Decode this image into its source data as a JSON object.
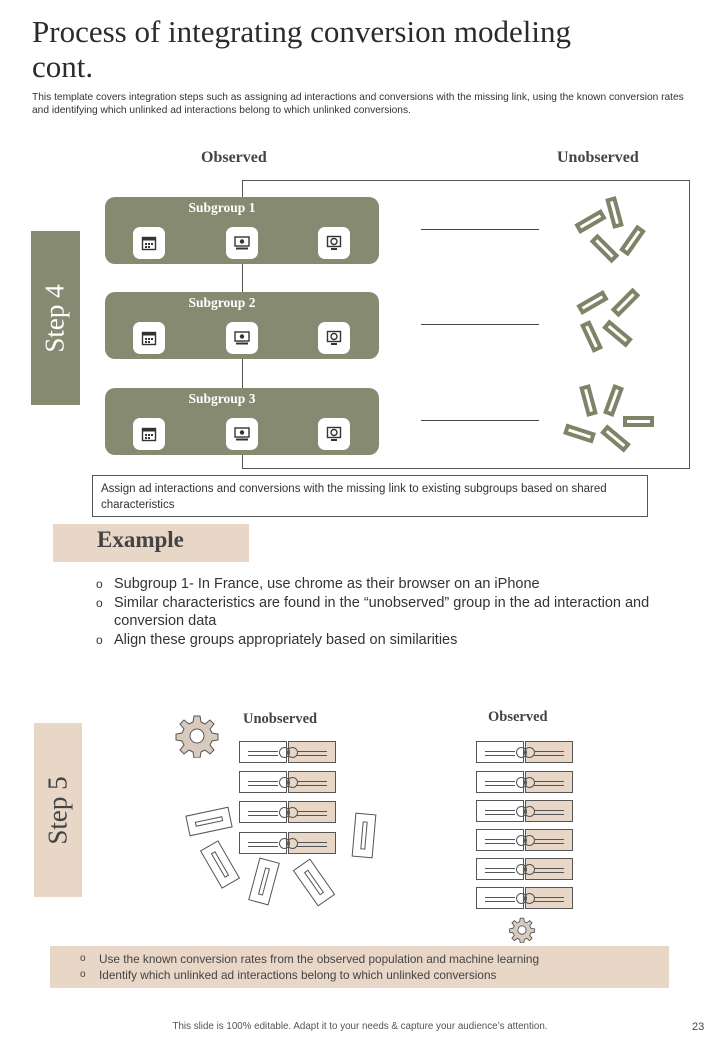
{
  "title": "Process of integrating conversion modeling cont.",
  "subtitle": "This template covers integration steps such as assigning ad interactions and conversions with the missing link, using the known conversion rates and identifying which unlinked ad interactions belong to which unlinked conversions.",
  "step4": {
    "tab_label": "Step 4",
    "observed_header": "Observed",
    "unobserved_header": "Unobserved",
    "subgroups": [
      {
        "label": "Subgroup 1",
        "icons": [
          "calendar-icon",
          "monitor-settings-icon",
          "monitor-display-icon"
        ]
      },
      {
        "label": "Subgroup 2",
        "icons": [
          "calendar-icon",
          "monitor-settings-icon",
          "monitor-display-icon"
        ]
      },
      {
        "label": "Subgroup 3",
        "icons": [
          "calendar-icon",
          "monitor-settings-icon",
          "monitor-display-icon"
        ]
      }
    ],
    "note": "Assign ad interactions and conversions with the missing link to existing subgroups based on shared characteristics"
  },
  "example": {
    "heading": "Example",
    "bullets": [
      "Subgroup 1-  In France, use chrome as their browser on an iPhone",
      "Similar characteristics are found in the “unobserved” group in the ad interaction and conversion data",
      "Align these groups appropriately based on similarities"
    ]
  },
  "step5": {
    "tab_label": "Step 5",
    "unobserved_header": "Unobserved",
    "observed_header": "Observed",
    "bullets": [
      "Use the known conversion rates from the observed population and machine learning",
      "Identify which unlinked ad interactions belong to which unlinked conversions"
    ]
  },
  "footer": {
    "note": "This slide is 100% editable. Adapt it to your needs & capture your audience’s attention.",
    "page_number": "23"
  },
  "colors": {
    "olive": "#868a70",
    "olive_dark": "#7f8468",
    "beige": "#e8d6c6",
    "gear": "#d8cbbd"
  }
}
